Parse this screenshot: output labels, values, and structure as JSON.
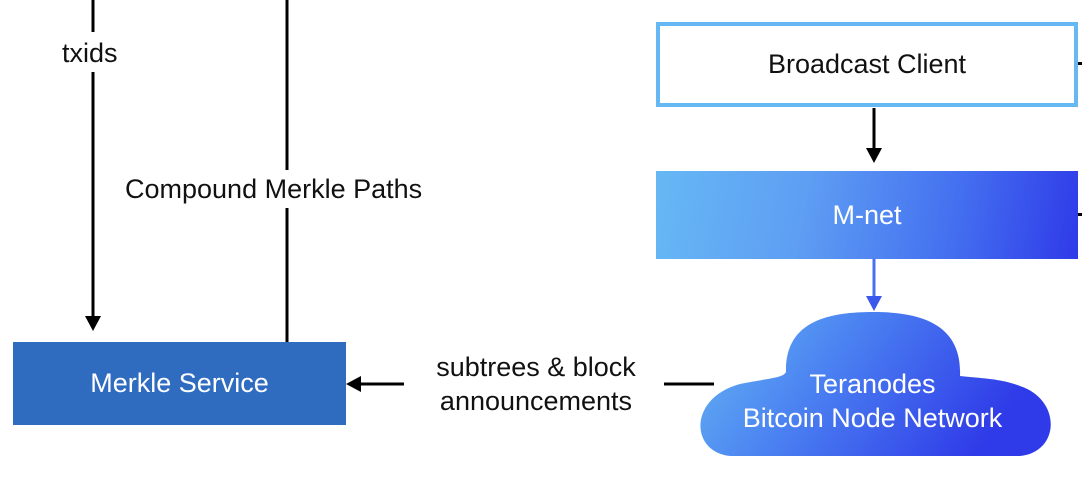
{
  "nodes": {
    "broadcast_client": "Broadcast Client",
    "m_net": "M-net",
    "merkle_service": "Merkle Service",
    "teranodes_line1": "Teranodes",
    "teranodes_line2": "Bitcoin Node Network"
  },
  "edges": {
    "txids": "txids",
    "compound_merkle_paths": "Compound Merkle Paths",
    "subtrees_line1": "subtrees & block",
    "subtrees_line2": "announcements"
  },
  "colors": {
    "broadcast_border": "#66b8f4",
    "merkle_fill": "#2f6cc0",
    "gradient_start": "#66b8f4",
    "gradient_end": "#2f3ae8"
  }
}
